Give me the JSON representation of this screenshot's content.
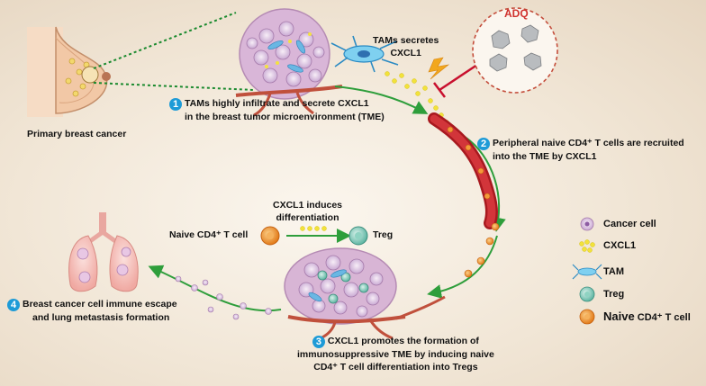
{
  "adq_label": "ADQ",
  "tams_secretes": {
    "line1": "TAMs secretes",
    "line2": "CXCL1"
  },
  "primary": "Primary breast cancer",
  "step1": {
    "number": "1",
    "line1": "TAMs highly infiltrate and secrete CXCL1",
    "line2": "in the breast tumor microenvironment (TME)"
  },
  "step2": {
    "number": "2",
    "line1": "Peripheral naive CD4⁺ T cells are recruited",
    "line2": "into the TME by CXCL1"
  },
  "step3": {
    "number": "3",
    "line1": "CXCL1 promotes the formation of",
    "line2": "immunosuppressive TME by inducing  naive",
    "line3": "CD4⁺ T cell differentiation into Tregs"
  },
  "step4": {
    "number": "4",
    "line1": "Breast cancer cell immune escape",
    "line2": "and lung metastasis formation"
  },
  "differentiation": {
    "line1": "CXCL1 induces",
    "line2": "differentiation",
    "naive": "Naive  CD4⁺ T cell",
    "treg": "Treg"
  },
  "legend": {
    "cancer_cell": "Cancer cell",
    "cxcl1": "CXCL1",
    "tam": "TAM",
    "treg": "Treg",
    "naive_bold": "Naive",
    "naive_rest": " CD4⁺ T cell"
  },
  "colors": {
    "arrow_green": "#2e9e3b",
    "badge_blue": "#1e9bd7",
    "adq_red": "#d0312d",
    "cxcl1_yellow": "#f2e23a",
    "inhibit_red": "#c8102e"
  }
}
